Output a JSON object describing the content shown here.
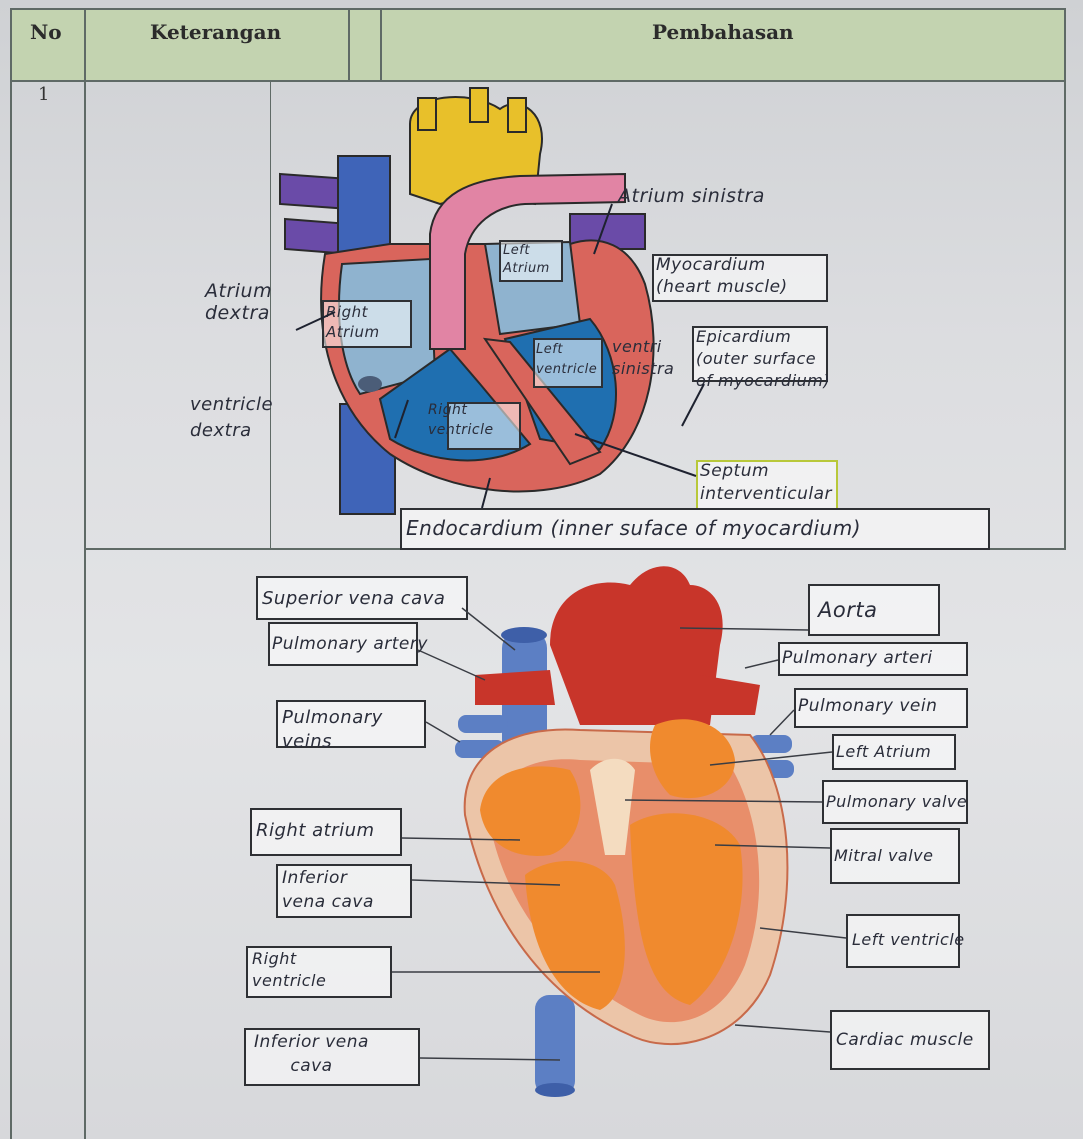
{
  "table": {
    "headers": {
      "no": "No",
      "keterangan": "Keterangan",
      "pembahasan": "Pembahasan"
    },
    "row_number": "1"
  },
  "diagram1": {
    "labels": {
      "atrium_sinistra": "Atrium\nsinistra",
      "left_atrium": "Left\nAtrium",
      "myocardium": "Myocardium\n(heart muscle)",
      "atrium_dextra": "Atrium\ndextra",
      "right_atrium": "Right\nAtrium",
      "left_ventricle": "Left\nventricle",
      "ventri_sinistra": "ventri\nsinistra",
      "epicardium": "Epicardium\n(outer surface\nof myocardium)",
      "ventricle_dextra": "ventricle\ndextra",
      "right_ventricle": "Right\nventricle",
      "septum": "Septum\ninterventicular",
      "endocardium": "Endocardium (inner suface of myocardium)"
    }
  },
  "diagram2": {
    "labels": {
      "superior_vena_cava": "Superior vena cava",
      "pulmonary_artery_left": "Pulmonary artery",
      "pulmonary_veins": "Pulmonary\nveins",
      "right_atrium": "Right atrium",
      "inferior_vena_cava_upper": "Inferior\nvena cava",
      "right_ventricle": "Right\nventricle",
      "inferior_vena_cava_lower": "Inferior vena\ncava",
      "aorta": "Aorta",
      "pulmonary_artery_right": "Pulmonary arteri",
      "pulmonary_vein": "Pulmonary vein",
      "left_atrium": "Left Atrium",
      "pulmonary_valve": "Pulmonary valve",
      "mitral_valve": "Mitral valve",
      "left_ventricle": "Left ventricle",
      "cardiac_muscle": "Cardiac muscle"
    }
  },
  "colors": {
    "header_band": "#c3d3b0",
    "aorta_yellow": "#e8c02a",
    "pulmonary_pink": "#e184a4",
    "vena_blue": "#3f64b8",
    "purple_vessel": "#6a4ba8",
    "heart_wall_red": "#d9655c",
    "chamber_blue": "#1f6fb0",
    "chamber_orange": "#f08a2e",
    "heart_red": "#c8352a"
  }
}
